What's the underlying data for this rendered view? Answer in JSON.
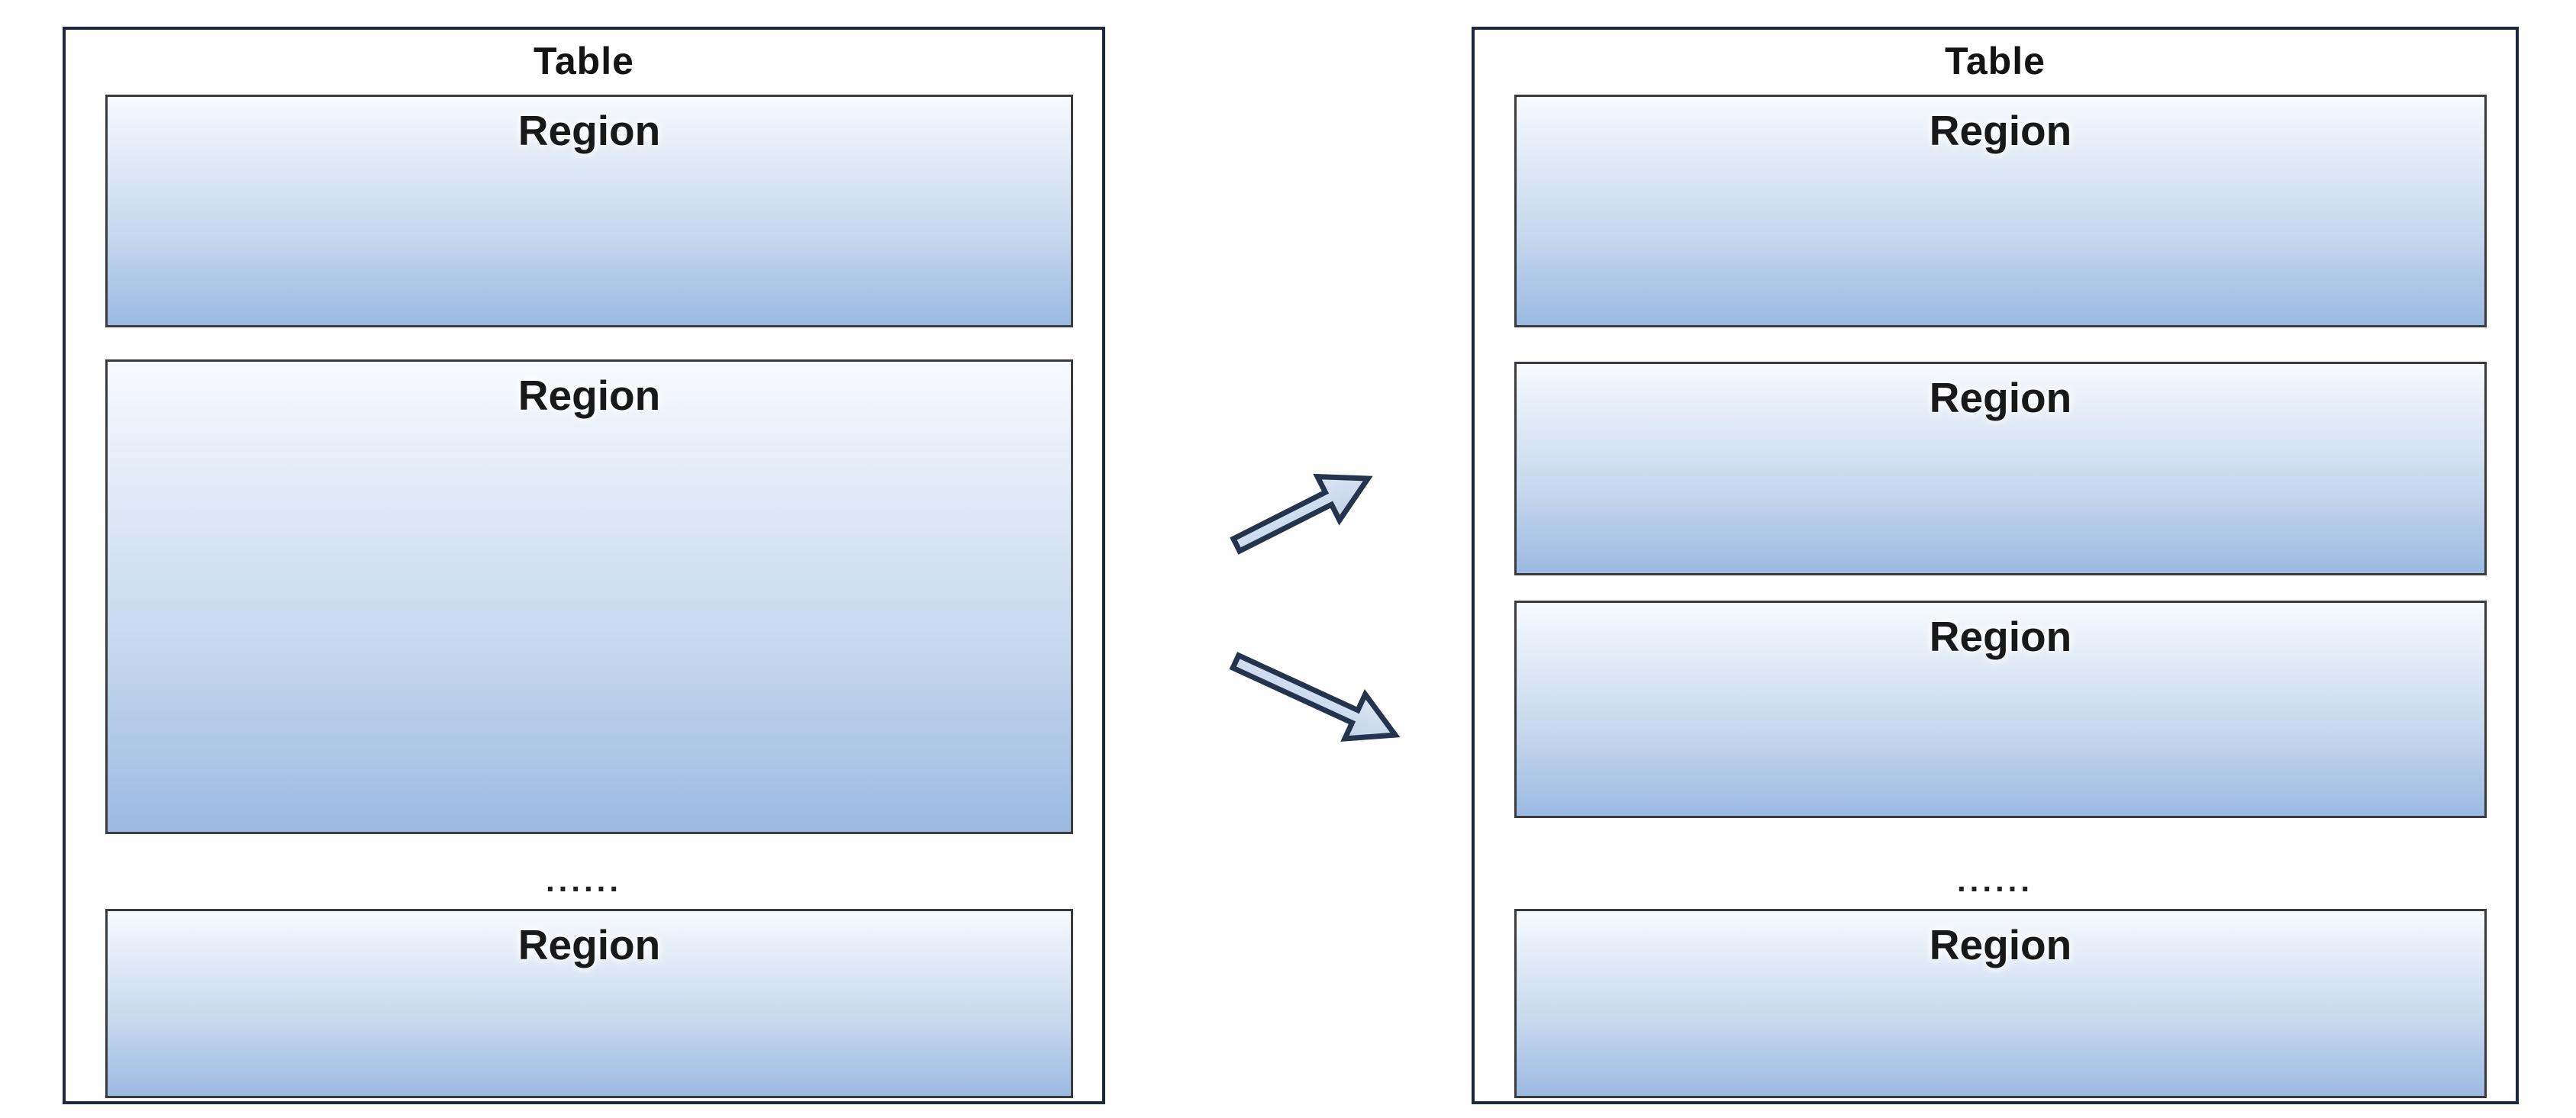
{
  "tables": {
    "left": {
      "title": "Table",
      "regions": [
        "Region",
        "Region",
        "Region"
      ],
      "ellipsis": "......"
    },
    "right": {
      "title": "Table",
      "regions": [
        "Region",
        "Region",
        "Region",
        "Region"
      ],
      "ellipsis": "......"
    }
  },
  "arrows": {
    "upper": "block-arrow-up-right",
    "lower": "block-arrow-down-right"
  },
  "colors": {
    "region_fill_top": "#f7fbfe",
    "region_fill_bottom": "#9bbae2",
    "region_border": "#3b3b3b",
    "table_border": "#1e2742",
    "arrow_fill": "#cdd9ec",
    "arrow_outline": "#24344f",
    "text": "#191919",
    "background": "#ffffff"
  }
}
